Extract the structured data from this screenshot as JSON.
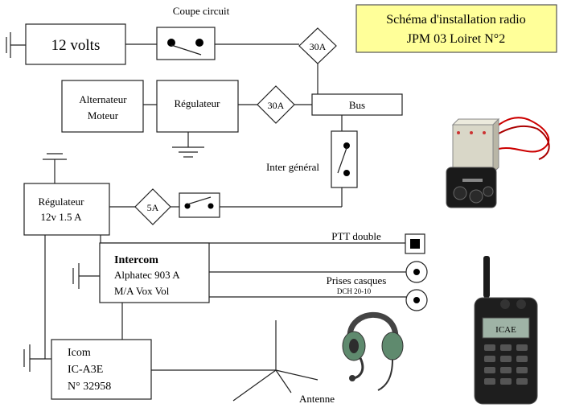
{
  "title": {
    "line1": "Schéma d'installation radio",
    "line2": "JPM 03 Loiret N°2",
    "bg": "#ffff99"
  },
  "labels": {
    "coupe_circuit": "Coupe circuit",
    "battery": "12 volts",
    "fuse_main": "30A",
    "fuse_alt": "30A",
    "fuse_reg": "5A",
    "alternator_1": "Alternateur",
    "alternator_2": "Moteur",
    "regulator_top": "Régulateur",
    "bus": "Bus",
    "inter_general": "Inter général",
    "regulator_1": "Régulateur",
    "regulator_2": "12v  1.5 A",
    "ptt": "PTT  double",
    "intercom_1": "Intercom",
    "intercom_2": "Alphatec  903 A",
    "intercom_3": "M/A   Vox   Vol",
    "prises": "Prises casques",
    "dch": "DCH 20-10",
    "icom_1": "Icom",
    "icom_2": "IC-A3E",
    "icom_3": "N° 32958",
    "antenne": "Antenne"
  },
  "pictures": {
    "intercom_photo": "intercom-device",
    "headset_photo": "headset",
    "radio_photo": "handheld-radio"
  }
}
